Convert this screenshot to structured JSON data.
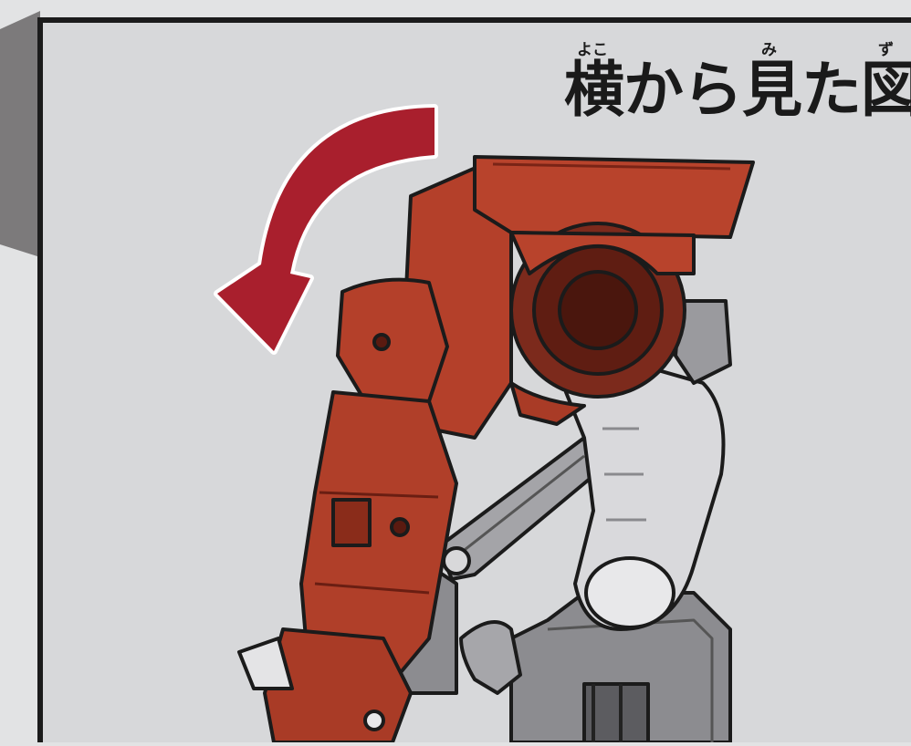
{
  "title": {
    "text": "横から見た図",
    "ruby": {
      "yoko": "よこ",
      "mi": "み",
      "zu": "ず"
    }
  },
  "illustration": {
    "subject": "robot-figure-side-view",
    "arrow_direction": "counterclockwise-down",
    "colors": {
      "arrow": "#a91f2d",
      "robot_red": "#b8412a",
      "robot_gray": "#8a8a8e",
      "panel_bg": "#d7d8da",
      "page_bg": "#e2e3e4",
      "frame": "#1b1b1b"
    }
  }
}
